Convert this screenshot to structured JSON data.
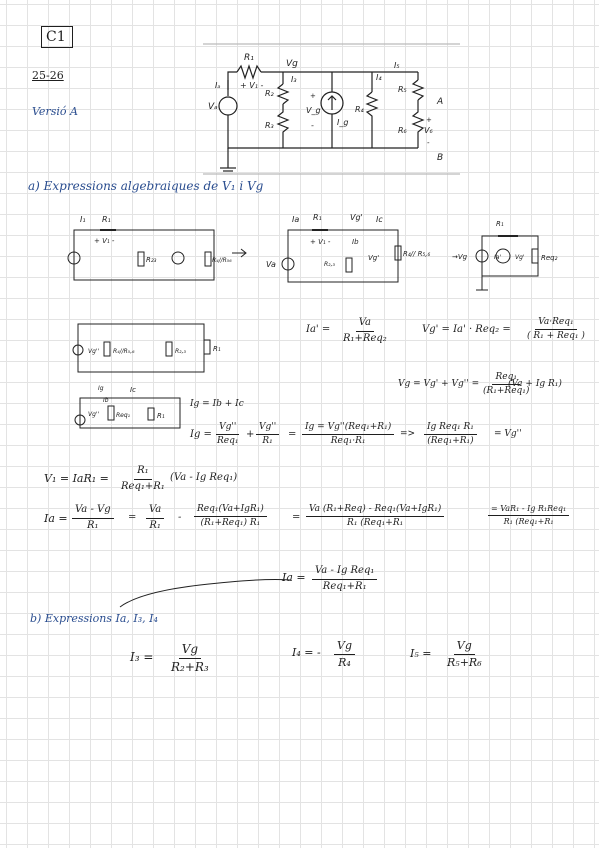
{
  "header": {
    "title": "C1",
    "year": "25-26",
    "version": "Versió A"
  },
  "circuit": {
    "R1": "R₁",
    "Vg": "Vg",
    "Ia": "Iₐ",
    "V1": "+ V₁ -",
    "I3": "I₃",
    "I4": "I₄",
    "I5": "I₅",
    "R2": "R₂",
    "R3": "R₃",
    "Va": "Vₐ",
    "Vg_pol": "+",
    "Vg_lbl": "V_g",
    "Vg_neg": "-",
    "Ig": "I_g",
    "R4": "R₄",
    "R5": "R₅",
    "R6": "R₆",
    "A": "A",
    "B": "B",
    "V6p": "+",
    "V6": "V₆",
    "V6n": "-"
  },
  "section_a": {
    "title": "a) Expressions algebraiques de V₁ i Vg"
  },
  "sketch1": {
    "Ia": "I₁",
    "R1": "R₁",
    "V1": "+ V₁ -",
    "R23": "R₂₃",
    "R456": "R₄//R₅₆"
  },
  "sketch2": {
    "Ia": "Ia",
    "R1": "R₁",
    "Vg1": "Vg'",
    "Ic": "Ic",
    "V1": "+ V₁ -",
    "Ib": "Ib",
    "R23": "R₂,₃",
    "Vgp": "Vg'",
    "R456": "R₄// R₅,₆",
    "Va": "Va"
  },
  "sketch3": {
    "R1": "R₁",
    "Vg": "→Vg",
    "Ia": "Ia'",
    "Vgp": "Vg'",
    "Req": "Req₂"
  },
  "sketch4": {
    "Vg": "Vg''",
    "R456": "R₄//R₅,₆",
    "R23": "R₂,₃",
    "R1": "R₁"
  },
  "sketch5": {
    "Ig": "Ig",
    "Ib": "Ib",
    "Ic": "Ic",
    "Vg": "Vg''",
    "Req": "Req₁",
    "R1": "R₁"
  },
  "eqs": {
    "ia_lhs": "Ia' =",
    "ia_num": "Va",
    "ia_den": "R₁+Req₂",
    "vgp_lhs": "Vg' =  Ia' · Req₂ =",
    "vgp_num": "Va·Req₁",
    "vgp_den": "( R₁ + Req₁ )",
    "vg_lhs": "Vg = Vg' + Vg'' =",
    "vg_num": "Req₁",
    "vg_den": "(R₁+Req₁)",
    "vg_rhs": "(Va + Ig R₁)",
    "ig1": "Ig = Ib + Ic",
    "ig2_lhs": "Ig =",
    "ig2_f1_num": "Vg''",
    "ig2_f1_den": "Req₁",
    "ig2_plus": "+",
    "ig2_f2_num": "Vg''",
    "ig2_f2_den": "R₁",
    "ig2_eq": "=",
    "ig2_f3_num": "Ig = Vg''(Req₁+R₁)",
    "ig2_f3_den": "Req₁·R₁",
    "ig2_arrow": "=>",
    "ig2_f4_num": "Ig Req₁ R₁",
    "ig2_f4_den": "(Req₁+R₁)",
    "ig2_rhs": "= Vg''",
    "v1_lhs": "V₁ = IaR₁ =",
    "v1_num": "R₁",
    "v1_den": "Req₁+R₁",
    "v1_rhs": "(Va - Ig Req₁)",
    "ia2_lhs": "Ia =",
    "ia2_f1_num": "Va - Vg",
    "ia2_f1_den": "R₁",
    "ia2_eq": "=",
    "ia2_f2_num": "Va",
    "ia2_f2_den": "R₁",
    "ia2_minus": "-",
    "ia2_f3_num": "Req₁(Va+IgR₁)",
    "ia2_f3_den": "(R₁+Req₁) R₁",
    "ia2_eq2": "=",
    "ia2_f4_num": "Va (R₁+Req)  - Req₁(Va+IgR₁)",
    "ia2_f4_den": "R₁ (Req₁+R₁",
    "ia2_f5_num": "= VaR₁ - Ig R₁Req₁",
    "ia2_f5_den": "R₁ (Req₁+R₁",
    "ia3_lhs": "Ia =",
    "ia3_num": "Va - Ig Req₁",
    "ia3_den": "Req₁+R₁"
  },
  "section_b": {
    "title": "b) Expressions Ia, I₃, I₄",
    "i3_lhs": "I₃ =",
    "i3_num": "Vg",
    "i3_den": "R₂+R₃",
    "i4_lhs": "I₄ = -",
    "i4_num": "Vg",
    "i4_den": "R₄",
    "i5_lhs": "I₅ =",
    "i5_num": "Vg",
    "i5_den": "R₅+R₆"
  }
}
